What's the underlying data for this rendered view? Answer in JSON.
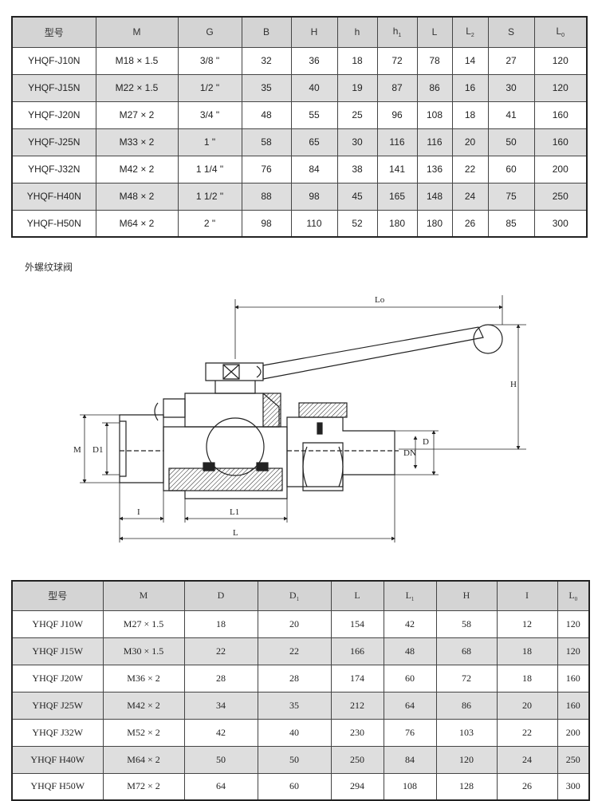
{
  "top_table": {
    "headers": [
      "型号",
      "M",
      "G",
      "B",
      "H",
      "h",
      "h",
      "L",
      "L",
      "S",
      "L"
    ],
    "header_subs": [
      "",
      "",
      "",
      "",
      "",
      "",
      "1",
      "",
      "2",
      "",
      "0"
    ],
    "rows": [
      [
        "YHQF-J10N",
        "M18 × 1.5",
        "3/8 \"",
        "32",
        "36",
        "18",
        "72",
        "78",
        "14",
        "27",
        "120"
      ],
      [
        "YHQF-J15N",
        "M22 × 1.5",
        "1/2 \"",
        "35",
        "40",
        "19",
        "87",
        "86",
        "16",
        "30",
        "120"
      ],
      [
        "YHQF-J20N",
        "M27 × 2",
        "3/4 \"",
        "48",
        "55",
        "25",
        "96",
        "108",
        "18",
        "41",
        "160"
      ],
      [
        "YHQF-J25N",
        "M33 × 2",
        "1 \"",
        "58",
        "65",
        "30",
        "116",
        "116",
        "20",
        "50",
        "160"
      ],
      [
        "YHQF-J32N",
        "M42 × 2",
        "1 1/4 \"",
        "76",
        "84",
        "38",
        "141",
        "136",
        "22",
        "60",
        "200"
      ],
      [
        "YHQF-H40N",
        "M48 × 2",
        "1 1/2 \"",
        "88",
        "98",
        "45",
        "165",
        "148",
        "24",
        "75",
        "250"
      ],
      [
        "YHQF-H50N",
        "M64 × 2",
        "2 \"",
        "98",
        "110",
        "52",
        "180",
        "180",
        "26",
        "85",
        "300"
      ]
    ]
  },
  "caption": "外螺纹球阀",
  "diagram": {
    "labels": {
      "L0": "Lo",
      "H": "H",
      "M": "M",
      "D1": "D1",
      "DN": "DN",
      "D": "D",
      "I": "I",
      "L1": "L1",
      "L": "L"
    }
  },
  "bottom_table": {
    "headers": [
      "型号",
      "M",
      "D",
      "D",
      "L",
      "L",
      "H",
      "I",
      "L"
    ],
    "header_subs": [
      "",
      "",
      "",
      "1",
      "",
      "1",
      "",
      "",
      "0"
    ],
    "rows": [
      [
        "YHQF J10W",
        "M27 × 1.5",
        "18",
        "20",
        "154",
        "42",
        "58",
        "12",
        "120"
      ],
      [
        "YHQF J15W",
        "M30 × 1.5",
        "22",
        "22",
        "166",
        "48",
        "68",
        "18",
        "120"
      ],
      [
        "YHQF J20W",
        "M36 × 2",
        "28",
        "28",
        "174",
        "60",
        "72",
        "18",
        "160"
      ],
      [
        "YHQF J25W",
        "M42 × 2",
        "34",
        "35",
        "212",
        "64",
        "86",
        "20",
        "160"
      ],
      [
        "YHQF J32W",
        "M52 × 2",
        "42",
        "40",
        "230",
        "76",
        "103",
        "22",
        "200"
      ],
      [
        "YHQF H40W",
        "M64 × 2",
        "50",
        "50",
        "250",
        "84",
        "120",
        "24",
        "250"
      ],
      [
        "YHQF H50W",
        "M72 × 2",
        "64",
        "60",
        "294",
        "108",
        "128",
        "26",
        "300"
      ]
    ]
  }
}
